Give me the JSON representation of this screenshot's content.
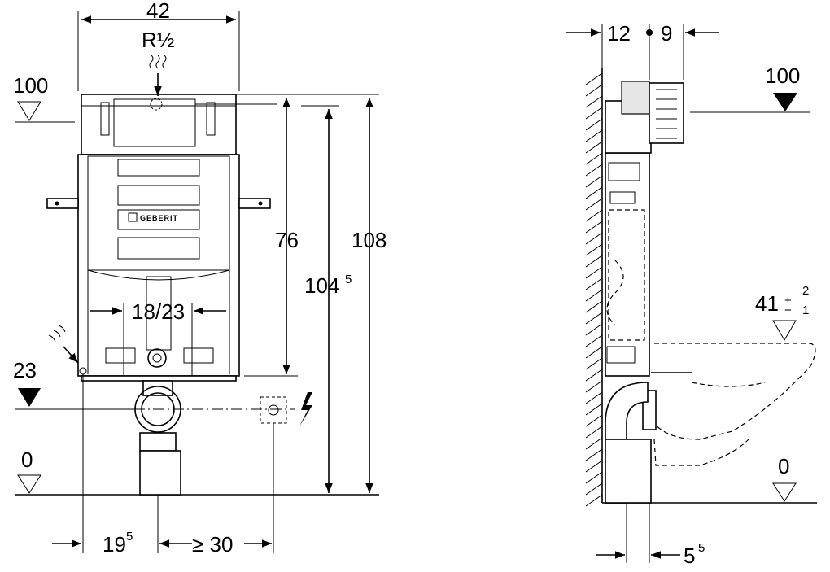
{
  "front_view": {
    "width": "42",
    "connection": "R½",
    "height_76": "76",
    "height_104_main": "104",
    "height_104_sup": "5",
    "height_108": "108",
    "flush_span": "18/23",
    "left_offset_main": "19",
    "left_offset_sup": "5",
    "min_spacing": "≥ 30",
    "level_100": "100",
    "level_23": "23",
    "level_0": "0"
  },
  "side_view": {
    "depth_left": "12",
    "depth_right": "9",
    "level_100": "100",
    "seat_height_main": "41",
    "tol_plus": "+",
    "tol_minus": "−",
    "tol_upper": "2",
    "tol_lower": "1",
    "level_0": "0",
    "offset_main": "5",
    "offset_sup": "5"
  },
  "brand": "GEBERIT",
  "icons": [
    "water-supply-icon",
    "electrical-icon",
    "level-marker-icon"
  ]
}
